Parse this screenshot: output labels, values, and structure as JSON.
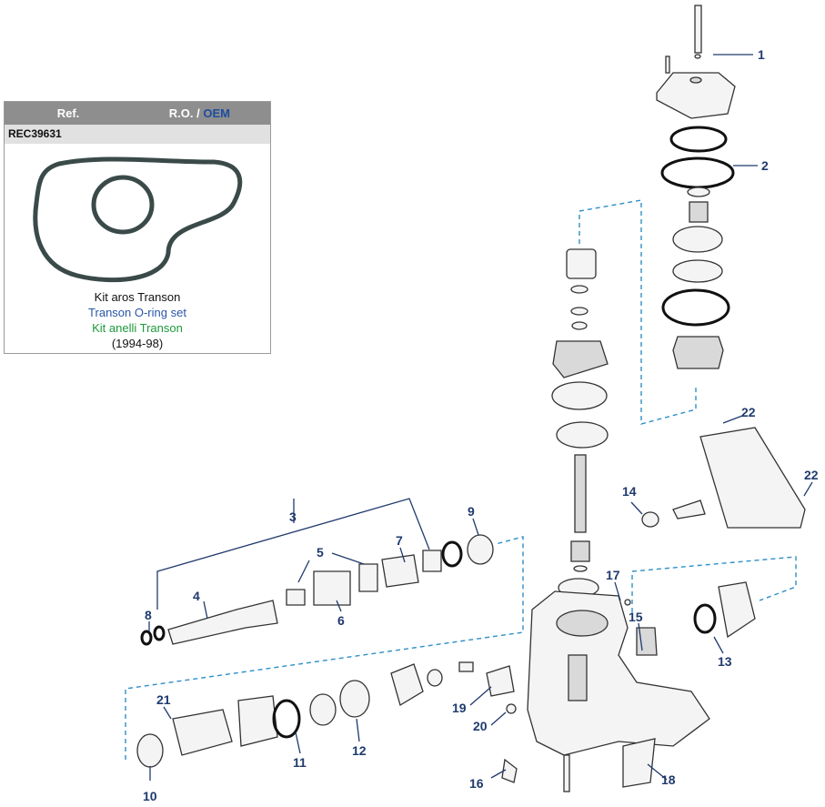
{
  "ref_card": {
    "header_ref": "Ref.",
    "header_ro": "R.O. /",
    "header_oem": "OEM",
    "code": "REC39631",
    "desc_es": "Kit aros Transon",
    "desc_en": "Transon O-ring set",
    "desc_it": "Kit anelli Transon",
    "years": "(1994-98)"
  },
  "callouts": [
    "1",
    "2",
    "3",
    "4",
    "5",
    "6",
    "7",
    "8",
    "9",
    "10",
    "11",
    "12",
    "13",
    "14",
    "15",
    "16",
    "17",
    "18",
    "19",
    "20",
    "21",
    "22",
    "22"
  ],
  "colors": {
    "callout": "#1f3a6e",
    "dashed_line": "#2e8fc7",
    "header_bg": "#8e8e8e",
    "code_bg": "#e1e1e1"
  }
}
